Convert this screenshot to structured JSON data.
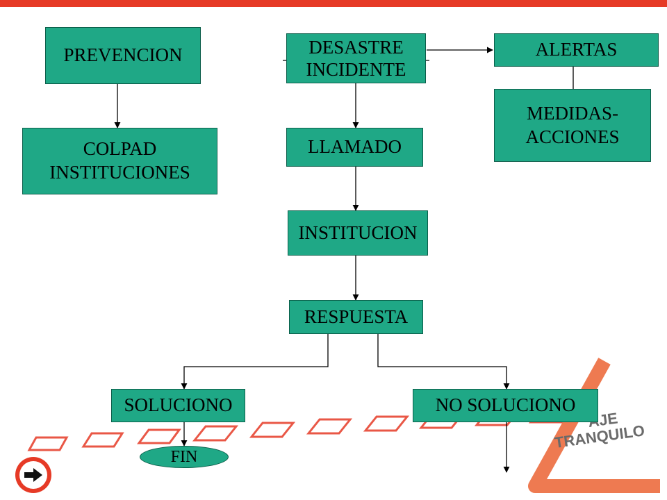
{
  "diagram": {
    "nodes": {
      "prevencion": "PREVENCION",
      "colpad": "COLPAD\nINSTITUCIONES",
      "desastre": "DESASTRE\nINCIDENTE",
      "alertas": "ALERTAS",
      "medidas": "MEDIDAS-\nACCIONES",
      "llamado": "LLAMADO",
      "institucion": "INSTITUCION",
      "respuesta": "RESPUESTA",
      "soluciono": "SOLUCIONO",
      "no_soluciono": "NO SOLUCIONO",
      "fin": "FIN"
    }
  },
  "decor": {
    "logo_text_line1": "AJE",
    "logo_text_line2": "TRANQUILO",
    "accent_color": "#e63a26",
    "node_color": "#1fa886",
    "logo_color": "#6a6a6a"
  }
}
